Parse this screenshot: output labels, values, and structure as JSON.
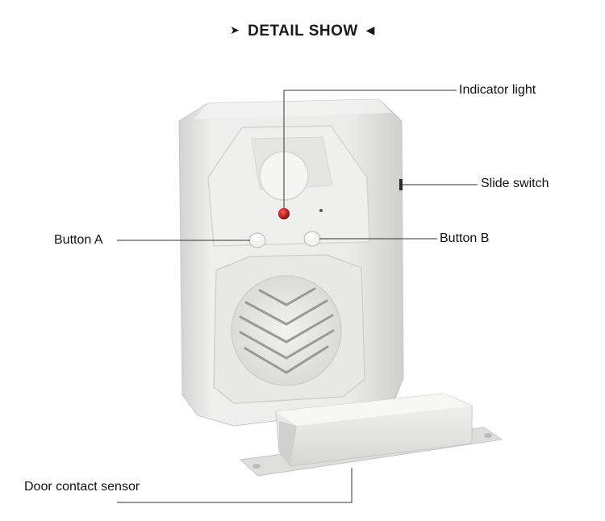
{
  "header": {
    "title": "DETAIL SHOW",
    "left_marker": "➤",
    "right_marker": "◀"
  },
  "callouts": {
    "indicator_light": "Indicator light",
    "slide_switch": "Slide switch",
    "button_a": "Button A",
    "button_b": "Button B",
    "door_contact_sensor": "Door contact sensor"
  },
  "colors": {
    "device_body": "#e9e9e8",
    "device_shadow": "#c9c9c8",
    "indicator_led": "#c40e0e",
    "leader_line": "#333333"
  }
}
